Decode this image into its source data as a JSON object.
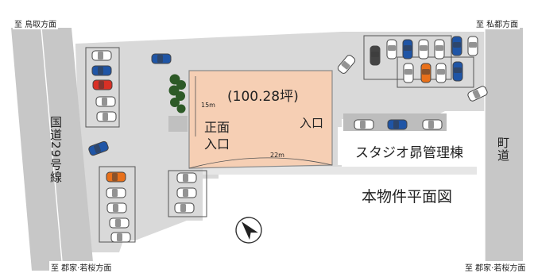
{
  "directions": {
    "top_left": "至 鳥取方面",
    "top_right": "至 私都方面",
    "bottom_left": "至 郡家·若桜方面",
    "bottom_right": "至 郡家·若桜方面"
  },
  "roads": {
    "national_route": "国道29号線",
    "town_road": "町道"
  },
  "lot": {
    "area": "(100.28坪)",
    "side_depth": "15m",
    "side_width": "22m",
    "front_entrance": "正面\n入口",
    "entrance": "入口"
  },
  "building_name": "スタジオ昴管理棟",
  "plan_title": "本物件平面図",
  "north_mark": "N",
  "colors": {
    "road": "#c7c7c7",
    "parking_area": "#d9d9d9",
    "lot_fill": "#f6cfb4",
    "building": "#ffffff",
    "car_default": "#ffffff",
    "car_accents": [
      "#1f55a6",
      "#d93025",
      "#e8701a",
      "#333333"
    ]
  }
}
